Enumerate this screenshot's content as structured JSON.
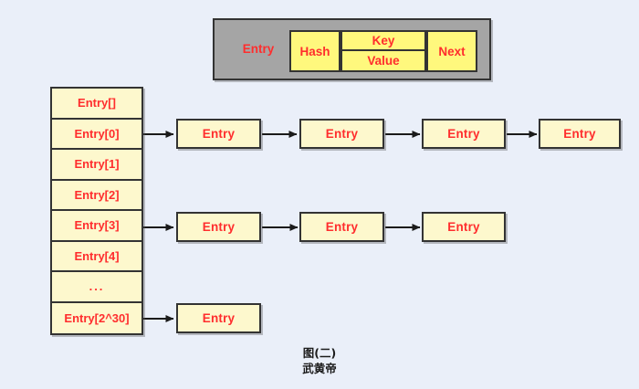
{
  "background_color": "#eaeff9",
  "accent_text_color": "#ff2d2d",
  "cell_fill_color": "#fdf8cd",
  "legend_fill_color": "#fff87d",
  "legend_panel_color": "#a5a5a5",
  "border_color": "#333333",
  "legend": {
    "title": "Entry",
    "hash_label": "Hash",
    "key_label": "Key",
    "value_label": "Value",
    "next_label": "Next"
  },
  "array": {
    "cells": [
      {
        "label": "Entry[]"
      },
      {
        "label": "Entry[0]"
      },
      {
        "label": "Entry[1]"
      },
      {
        "label": "Entry[2]"
      },
      {
        "label": "Entry[3]"
      },
      {
        "label": "Entry[4]"
      },
      {
        "label": "..."
      },
      {
        "label": "Entry[2^30]"
      }
    ]
  },
  "chains": [
    {
      "bucket": "Entry[0]",
      "nodes": [
        {
          "label": "Entry"
        },
        {
          "label": "Entry"
        },
        {
          "label": "Entry"
        },
        {
          "label": "Entry"
        }
      ]
    },
    {
      "bucket": "Entry[3]",
      "nodes": [
        {
          "label": "Entry"
        },
        {
          "label": "Entry"
        },
        {
          "label": "Entry"
        }
      ]
    },
    {
      "bucket": "Entry[2^30]",
      "nodes": [
        {
          "label": "Entry"
        }
      ]
    }
  ],
  "caption": {
    "line1": "图(二)",
    "line2": "武黄帝"
  }
}
